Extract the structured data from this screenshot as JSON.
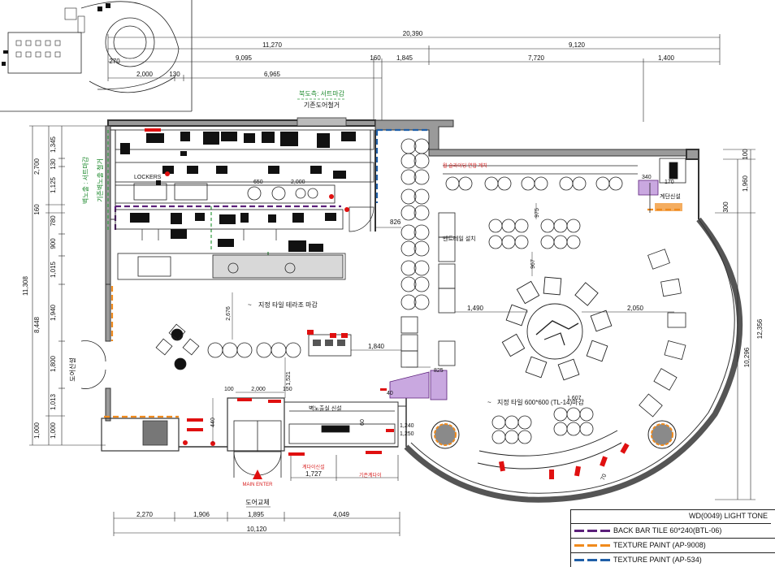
{
  "dimensions": {
    "top_total": "20,390",
    "top_left_group": "11,270",
    "top_right_group": "9,120",
    "top_row2": [
      "9,095",
      "160",
      "1,845",
      "7,720",
      "1,400"
    ],
    "top_row3": [
      "2,000",
      "130",
      "6,965"
    ],
    "inset_small": "270",
    "bottom_total": "10,120",
    "bottom_parts": [
      "2,270",
      "1,906",
      "1,895",
      "4,049"
    ],
    "bottom_sub": "1,727",
    "left_outer": [
      "2,700",
      "160",
      "8,448",
      "1,000"
    ],
    "left_total": "11,308",
    "left_inner": [
      "1,345",
      "130",
      "1,125",
      "780",
      "900",
      "1,015",
      "1,940",
      "1,800",
      "1,013",
      "1,000"
    ],
    "right_outer": [
      "100",
      "1,960",
      "12,356"
    ],
    "right_inner": [
      "300",
      "10,296"
    ],
    "plan_inner": [
      "826",
      "975",
      "967",
      "1,490",
      "2,050",
      "1,840",
      "2,000",
      "1,521",
      "2,676",
      "100",
      "150",
      "440",
      "1,240",
      "1,250",
      "1,607",
      "825",
      "40",
      "340",
      "170",
      "650",
      "2,000",
      "60",
      "70"
    ]
  },
  "notes": {
    "north_wall_finish": "북도측: 서트마감",
    "existing_door_remove": "기존도어철거",
    "door_replace": "도어교체",
    "designated_tile_terrazzo": "지정 타일 테라조 마감",
    "designated_tile_hall": "지정 타일 600*600 (TL-14)마감",
    "backbar_new": "벽노출실 신설",
    "west_wall_finish": "벽노출 : 서트마감",
    "west_wall_finish2": "기존벽노출 철거",
    "door_reside": "도어신설",
    "entrance_sign": "MAIN ENTER",
    "lockers": "LOCKERS",
    "wall_light_move": "월 슬라이딩 연합 계치",
    "stair_new": "계단신설",
    "counter_new": "계다이신설",
    "existing_counter": "기존계다이",
    "tile_install": "벤트레일 설치"
  },
  "legend": {
    "title": "WD(0049) LIGHT TONE",
    "items": [
      {
        "label": "BACK BAR TILE 60*240(BTL-06)",
        "color": "#5b1f7a"
      },
      {
        "label": "TEXTURE PAINT (AP-9008)",
        "color": "#f08a1c"
      },
      {
        "label": "TEXTURE PAINT (AP-534)",
        "color": "#1f5fa8"
      }
    ]
  },
  "colors": {
    "wall": "#8a8a8a",
    "line": "#111111",
    "red_marker": "#e01010",
    "green_dash": "#2e9a3e",
    "purple_tile": "#9a3fc9"
  }
}
